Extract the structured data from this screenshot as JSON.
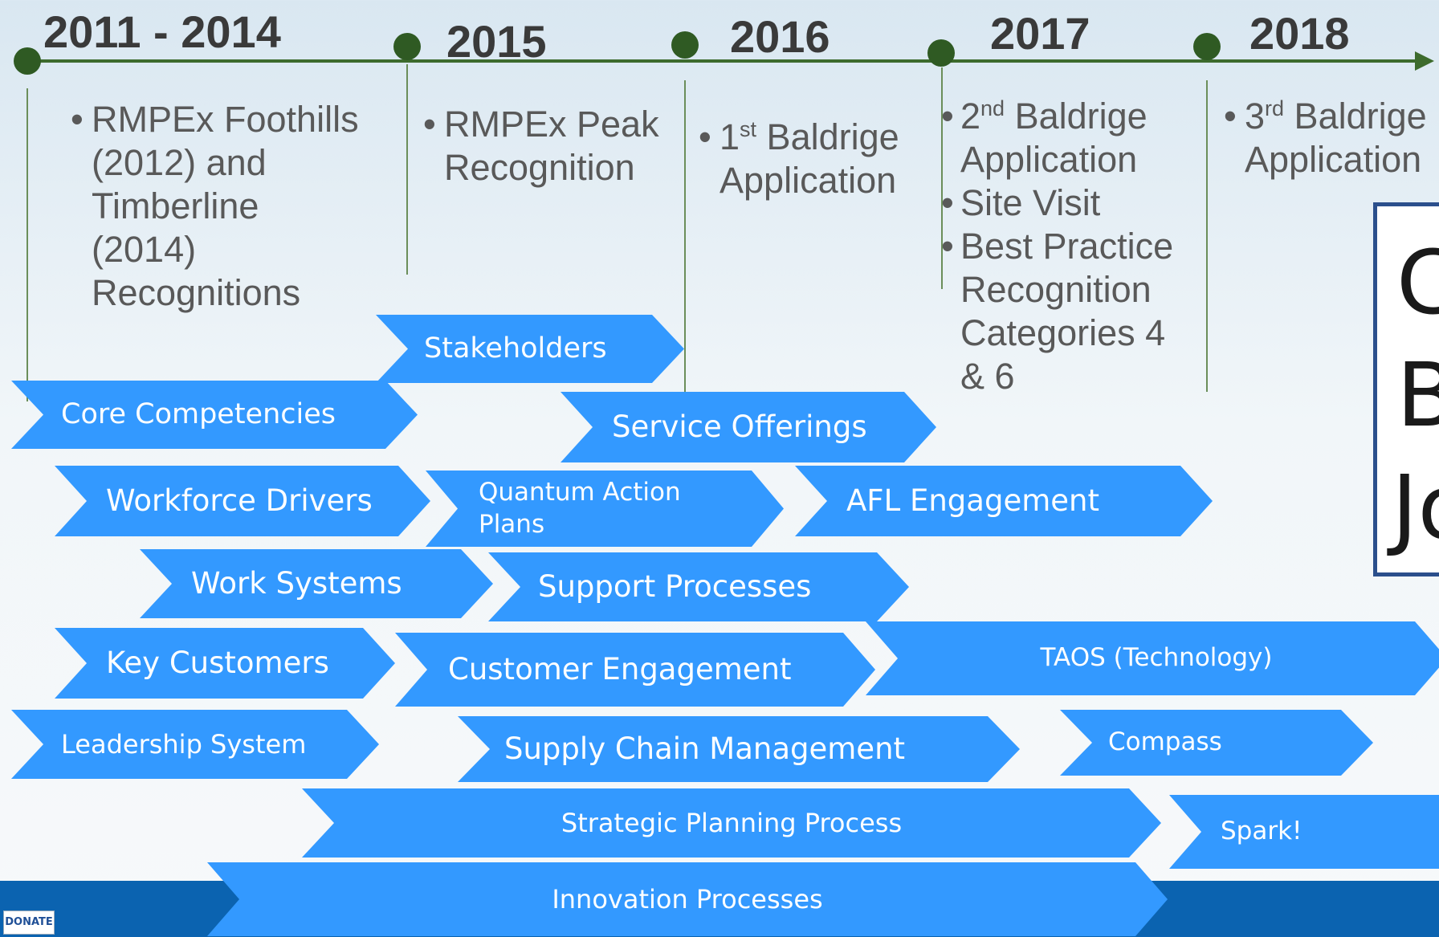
{
  "timeline": {
    "years": [
      "2011 - 2014",
      "2015",
      "2016",
      "2017",
      "2018"
    ],
    "bullets": [
      {
        "lines": [
          "RMPEx Foothills",
          "(2012) and",
          "Timberline",
          "(2014)",
          "Recognitions"
        ]
      },
      {
        "lines": [
          "RMPEx Peak",
          "Recognition"
        ]
      },
      {
        "lines": [
          "1st Baldrige",
          "Application"
        ]
      },
      {
        "lines": [
          "2nd Baldrige",
          "Application",
          "Site Visit",
          "Best Practice",
          "Recognition",
          "Categories 4",
          "& 6"
        ]
      },
      {
        "lines": [
          "3rd Baldrige",
          "Application"
        ]
      }
    ]
  },
  "chevrons": [
    "Stakeholders",
    "Core Competencies",
    "Service Offerings",
    "Workforce Drivers",
    "Quantum Action\nPlans",
    "AFL Engagement",
    "Work Systems",
    "Support Processes",
    "Key Customers",
    "Customer Engagement",
    "TAOS (Technology)",
    "Leadership System",
    "Supply Chain Management",
    "Compass",
    "Strategic Planning Process",
    "Spark!",
    "Innovation Processes"
  ],
  "callout": {
    "lines": [
      "C",
      "B",
      "Jo"
    ]
  },
  "logo": {
    "text": "DONATE"
  },
  "colors": {
    "chevron": "#3399ff",
    "timeline": "#3d6b2d",
    "dot": "#2f5a23",
    "band": "#0b63b0"
  }
}
